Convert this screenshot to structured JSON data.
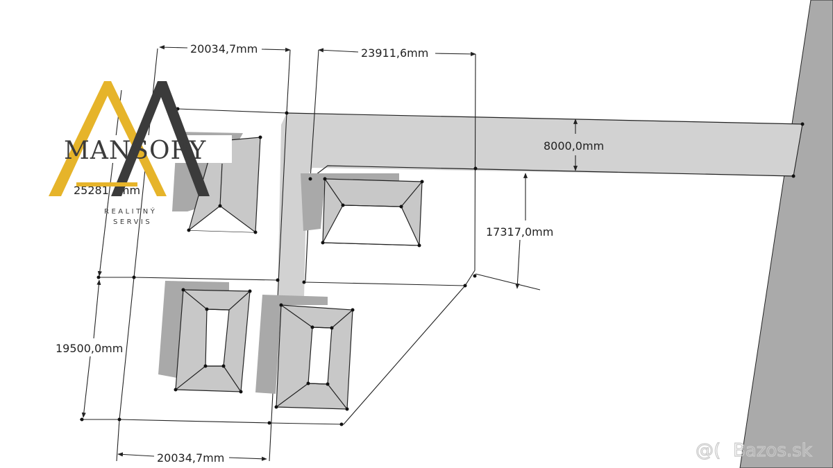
{
  "dimensions": {
    "top_left_width": "20034,7mm",
    "top_right_width": "23911,6mm",
    "road_width": "8000,0mm",
    "right_plot_depth": "17317,0mm",
    "left_upper_depth": "25281",
    "left_upper_depth_suffix": "mm",
    "left_lower_depth": "19500,0mm",
    "bottom_width": "20034,7mm"
  },
  "logo": {
    "name": "MANSORY",
    "subtitle_line1": "REALITNÝ",
    "subtitle_line2": "SERVIS",
    "gold_color": "#e6b42a",
    "dark_color": "#3b3b3b"
  },
  "watermark": {
    "text": "Bazos.sk",
    "prefix": "@("
  },
  "colors": {
    "road_fill": "#d2d2d2",
    "highway_fill": "#aaaaaa",
    "roof_fill": "#c8c8c8",
    "shadow_fill": "#a9a9a9",
    "line": "#222222"
  }
}
